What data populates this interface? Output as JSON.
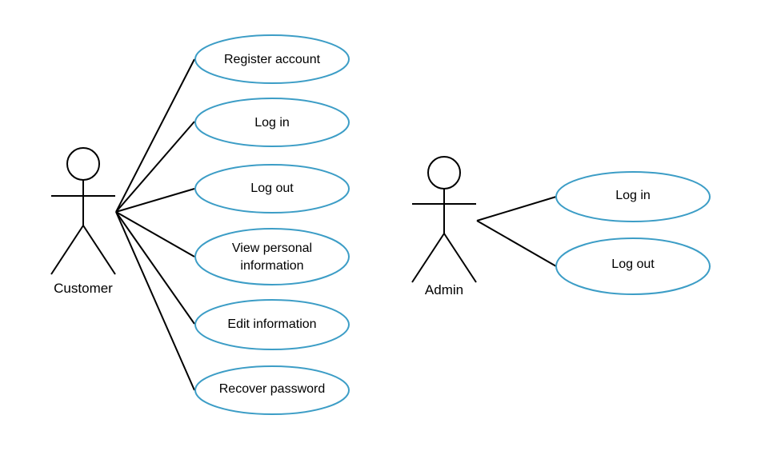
{
  "colors": {
    "usecase_stroke": "#3c9dc6",
    "line": "#000000",
    "background": "#ffffff"
  },
  "actors": {
    "customer": {
      "label": "Customer"
    },
    "admin": {
      "label": "Admin"
    }
  },
  "customer_use_cases": [
    {
      "lines": [
        "Register account"
      ]
    },
    {
      "lines": [
        "Log in"
      ]
    },
    {
      "lines": [
        "Log out"
      ]
    },
    {
      "lines": [
        "View personal",
        "information"
      ]
    },
    {
      "lines": [
        "Edit information"
      ]
    },
    {
      "lines": [
        "Recover password"
      ]
    }
  ],
  "admin_use_cases": [
    {
      "lines": [
        "Log in"
      ]
    },
    {
      "lines": [
        "Log out"
      ]
    }
  ]
}
